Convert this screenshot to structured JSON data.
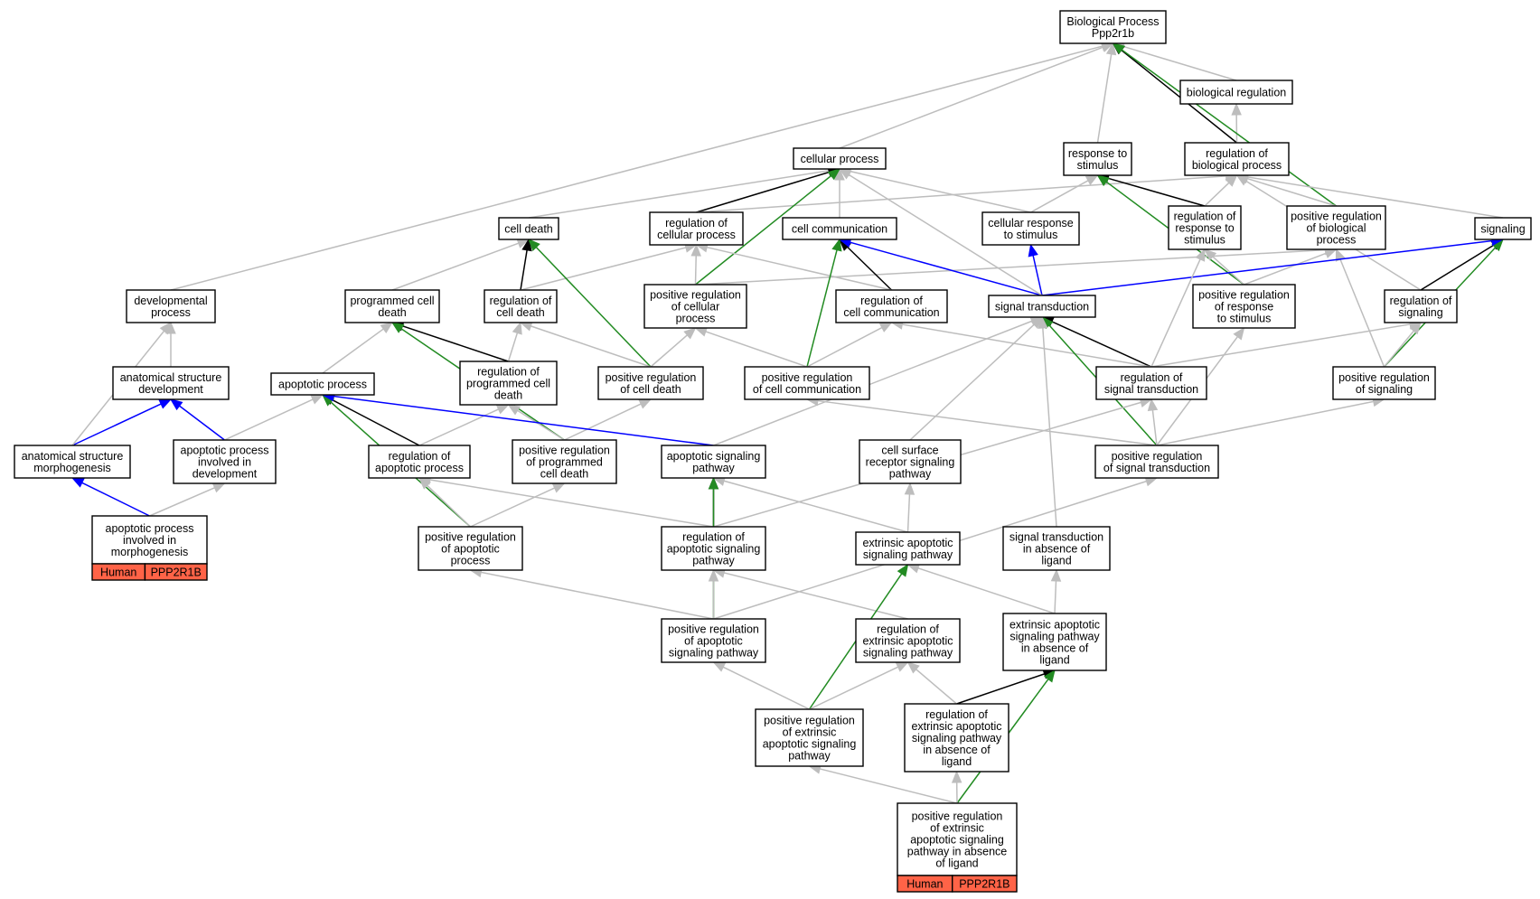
{
  "colors": {
    "is_a": "#bdbdbd",
    "part_of": "#000000",
    "regulates": "#0000ff",
    "positively_regulates": "#228b22",
    "annotation_fill": "#ff6347"
  },
  "nodes": [
    {
      "id": "bp",
      "lines": [
        "Biological Process",
        "Ppp2r1b"
      ]
    },
    {
      "id": "bioreg",
      "lines": [
        "biological regulation"
      ]
    },
    {
      "id": "cellproc",
      "lines": [
        "cellular process"
      ]
    },
    {
      "id": "resp",
      "lines": [
        "response to",
        "stimulus"
      ]
    },
    {
      "id": "regbp",
      "lines": [
        "regulation of",
        "biological process"
      ]
    },
    {
      "id": "celldeath",
      "lines": [
        "cell death"
      ]
    },
    {
      "id": "regcp",
      "lines": [
        "regulation of",
        "cellular process"
      ]
    },
    {
      "id": "cellcomm",
      "lines": [
        "cell communication"
      ]
    },
    {
      "id": "cellresp",
      "lines": [
        "cellular response",
        "to stimulus"
      ]
    },
    {
      "id": "regresp",
      "lines": [
        "regulation of",
        "response to",
        "stimulus"
      ]
    },
    {
      "id": "posregbp",
      "lines": [
        "positive regulation",
        "of biological",
        "process"
      ]
    },
    {
      "id": "signaling",
      "lines": [
        "signaling"
      ]
    },
    {
      "id": "dev",
      "lines": [
        "developmental",
        "process"
      ]
    },
    {
      "id": "pcd",
      "lines": [
        "programmed cell",
        "death"
      ]
    },
    {
      "id": "regcd",
      "lines": [
        "regulation of",
        "cell death"
      ]
    },
    {
      "id": "posregcp",
      "lines": [
        "positive regulation",
        "of cellular",
        "process"
      ]
    },
    {
      "id": "regcc",
      "lines": [
        "regulation of",
        "cell communication"
      ]
    },
    {
      "id": "st",
      "lines": [
        "signal transduction"
      ]
    },
    {
      "id": "posregresp",
      "lines": [
        "positive regulation",
        "of response",
        "to stimulus"
      ]
    },
    {
      "id": "regsig",
      "lines": [
        "regulation of",
        "signaling"
      ]
    },
    {
      "id": "asd",
      "lines": [
        "anatomical structure",
        "development"
      ]
    },
    {
      "id": "apop",
      "lines": [
        "apoptotic process"
      ]
    },
    {
      "id": "regpcd",
      "lines": [
        "regulation of",
        "programmed cell",
        "death"
      ]
    },
    {
      "id": "posregcd",
      "lines": [
        "positive regulation",
        "of cell death"
      ]
    },
    {
      "id": "posregcc",
      "lines": [
        "positive regulation",
        "of cell communication"
      ]
    },
    {
      "id": "regst",
      "lines": [
        "regulation of",
        "signal transduction"
      ]
    },
    {
      "id": "posregsig",
      "lines": [
        "positive regulation",
        "of signaling"
      ]
    },
    {
      "id": "asm",
      "lines": [
        "anatomical structure",
        "morphogenesis"
      ]
    },
    {
      "id": "apopdev",
      "lines": [
        "apoptotic process",
        "involved in",
        "development"
      ]
    },
    {
      "id": "regap",
      "lines": [
        "regulation of",
        "apoptotic process"
      ]
    },
    {
      "id": "posregpcd",
      "lines": [
        "positive regulation",
        "of programmed",
        "cell death"
      ]
    },
    {
      "id": "asp",
      "lines": [
        "apoptotic signaling",
        "pathway"
      ]
    },
    {
      "id": "csrsp",
      "lines": [
        "cell surface",
        "receptor signaling",
        "pathway"
      ]
    },
    {
      "id": "posregst",
      "lines": [
        "positive regulation",
        "of signal transduction"
      ]
    },
    {
      "id": "apopmorph",
      "lines": [
        "apoptotic process",
        "involved in",
        "morphogenesis"
      ],
      "annotation": [
        "Human",
        "PPP2R1B"
      ]
    },
    {
      "id": "posregap",
      "lines": [
        "positive regulation",
        "of apoptotic",
        "process"
      ]
    },
    {
      "id": "regasp",
      "lines": [
        "regulation of",
        "apoptotic signaling",
        "pathway"
      ]
    },
    {
      "id": "easp",
      "lines": [
        "extrinsic apoptotic",
        "signaling pathway"
      ]
    },
    {
      "id": "stal",
      "lines": [
        "signal transduction",
        "in absence of",
        "ligand"
      ]
    },
    {
      "id": "posregasp",
      "lines": [
        "positive regulation",
        "of apoptotic",
        "signaling pathway"
      ]
    },
    {
      "id": "regeasp",
      "lines": [
        "regulation of",
        "extrinsic apoptotic",
        "signaling pathway"
      ]
    },
    {
      "id": "easpal",
      "lines": [
        "extrinsic apoptotic",
        "signaling pathway",
        "in absence of",
        "ligand"
      ]
    },
    {
      "id": "posregeasp",
      "lines": [
        "positive regulation",
        "of extrinsic",
        "apoptotic signaling",
        "pathway"
      ]
    },
    {
      "id": "regeaspal",
      "lines": [
        "regulation of",
        "extrinsic apoptotic",
        "signaling pathway",
        "in absence of",
        "ligand"
      ]
    },
    {
      "id": "posregeaspal",
      "lines": [
        "positive regulation",
        "of extrinsic",
        "apoptotic signaling",
        "pathway in absence",
        "of ligand"
      ],
      "annotation": [
        "Human",
        "PPP2R1B"
      ]
    }
  ],
  "edges": [
    {
      "from": "bioreg",
      "to": "bp",
      "type": "is_a"
    },
    {
      "from": "cellproc",
      "to": "bp",
      "type": "is_a"
    },
    {
      "from": "resp",
      "to": "bp",
      "type": "is_a"
    },
    {
      "from": "regbp",
      "to": "bp",
      "type": "part_of"
    },
    {
      "from": "regbp",
      "to": "bioreg",
      "type": "is_a"
    },
    {
      "from": "posregbp",
      "to": "bp",
      "type": "positively_regulates"
    },
    {
      "from": "posregbp",
      "to": "regbp",
      "type": "is_a"
    },
    {
      "from": "dev",
      "to": "bp",
      "type": "is_a"
    },
    {
      "from": "celldeath",
      "to": "cellproc",
      "type": "is_a"
    },
    {
      "from": "regcp",
      "to": "cellproc",
      "type": "part_of"
    },
    {
      "from": "regcp",
      "to": "regbp",
      "type": "is_a"
    },
    {
      "from": "cellcomm",
      "to": "cellproc",
      "type": "is_a"
    },
    {
      "from": "cellresp",
      "to": "cellproc",
      "type": "is_a"
    },
    {
      "from": "cellresp",
      "to": "resp",
      "type": "is_a"
    },
    {
      "from": "regresp",
      "to": "resp",
      "type": "part_of"
    },
    {
      "from": "regresp",
      "to": "regbp",
      "type": "is_a"
    },
    {
      "from": "posregresp",
      "to": "resp",
      "type": "positively_regulates"
    },
    {
      "from": "posregresp",
      "to": "regresp",
      "type": "is_a"
    },
    {
      "from": "posregresp",
      "to": "posregbp",
      "type": "is_a"
    },
    {
      "from": "signaling",
      "to": "regbp",
      "type": "is_a"
    },
    {
      "from": "regsig",
      "to": "signaling",
      "type": "part_of"
    },
    {
      "from": "regsig",
      "to": "regbp",
      "type": "is_a"
    },
    {
      "from": "posregsig",
      "to": "signaling",
      "type": "positively_regulates"
    },
    {
      "from": "posregsig",
      "to": "regsig",
      "type": "is_a"
    },
    {
      "from": "posregsig",
      "to": "posregbp",
      "type": "is_a"
    },
    {
      "from": "pcd",
      "to": "celldeath",
      "type": "is_a"
    },
    {
      "from": "regcd",
      "to": "celldeath",
      "type": "part_of"
    },
    {
      "from": "regcd",
      "to": "regcp",
      "type": "is_a"
    },
    {
      "from": "posregcd",
      "to": "celldeath",
      "type": "positively_regulates"
    },
    {
      "from": "posregcd",
      "to": "regcd",
      "type": "is_a"
    },
    {
      "from": "posregcd",
      "to": "posregcp",
      "type": "is_a"
    },
    {
      "from": "posregcp",
      "to": "cellproc",
      "type": "positively_regulates"
    },
    {
      "from": "posregcp",
      "to": "regcp",
      "type": "is_a"
    },
    {
      "from": "posregcp",
      "to": "posregbp",
      "type": "is_a"
    },
    {
      "from": "regcc",
      "to": "cellcomm",
      "type": "part_of"
    },
    {
      "from": "regcc",
      "to": "regcp",
      "type": "is_a"
    },
    {
      "from": "posregcc",
      "to": "cellcomm",
      "type": "positively_regulates"
    },
    {
      "from": "posregcc",
      "to": "regcc",
      "type": "is_a"
    },
    {
      "from": "posregcc",
      "to": "posregcp",
      "type": "is_a"
    },
    {
      "from": "st",
      "to": "cellcomm",
      "type": "regulates"
    },
    {
      "from": "st",
      "to": "cellresp",
      "type": "regulates"
    },
    {
      "from": "st",
      "to": "signaling",
      "type": "regulates"
    },
    {
      "from": "st",
      "to": "cellproc",
      "type": "is_a"
    },
    {
      "from": "regst",
      "to": "st",
      "type": "part_of"
    },
    {
      "from": "regst",
      "to": "regresp",
      "type": "is_a"
    },
    {
      "from": "regst",
      "to": "regsig",
      "type": "is_a"
    },
    {
      "from": "regst",
      "to": "regcc",
      "type": "is_a"
    },
    {
      "from": "posregst",
      "to": "st",
      "type": "positively_regulates"
    },
    {
      "from": "posregst",
      "to": "regst",
      "type": "is_a"
    },
    {
      "from": "posregst",
      "to": "posregsig",
      "type": "is_a"
    },
    {
      "from": "posregst",
      "to": "posregcc",
      "type": "is_a"
    },
    {
      "from": "posregst",
      "to": "posregresp",
      "type": "is_a"
    },
    {
      "from": "asd",
      "to": "dev",
      "type": "is_a"
    },
    {
      "from": "asm",
      "to": "asd",
      "type": "regulates"
    },
    {
      "from": "asm",
      "to": "dev",
      "type": "is_a"
    },
    {
      "from": "apopdev",
      "to": "asd",
      "type": "regulates"
    },
    {
      "from": "apopdev",
      "to": "apop",
      "type": "is_a"
    },
    {
      "from": "apopmorph",
      "to": "asm",
      "type": "regulates"
    },
    {
      "from": "apopmorph",
      "to": "apopdev",
      "type": "is_a"
    },
    {
      "from": "apop",
      "to": "pcd",
      "type": "is_a"
    },
    {
      "from": "regpcd",
      "to": "pcd",
      "type": "part_of"
    },
    {
      "from": "regpcd",
      "to": "regcd",
      "type": "is_a"
    },
    {
      "from": "posregpcd",
      "to": "pcd",
      "type": "positively_regulates"
    },
    {
      "from": "posregpcd",
      "to": "regpcd",
      "type": "is_a"
    },
    {
      "from": "posregpcd",
      "to": "posregcd",
      "type": "is_a"
    },
    {
      "from": "regap",
      "to": "apop",
      "type": "part_of"
    },
    {
      "from": "regap",
      "to": "regpcd",
      "type": "is_a"
    },
    {
      "from": "posregap",
      "to": "apop",
      "type": "positively_regulates"
    },
    {
      "from": "posregap",
      "to": "regap",
      "type": "is_a"
    },
    {
      "from": "posregap",
      "to": "posregpcd",
      "type": "is_a"
    },
    {
      "from": "asp",
      "to": "apop",
      "type": "regulates"
    },
    {
      "from": "asp",
      "to": "st",
      "type": "is_a"
    },
    {
      "from": "csrsp",
      "to": "st",
      "type": "is_a"
    },
    {
      "from": "stal",
      "to": "st",
      "type": "is_a"
    },
    {
      "from": "regasp",
      "to": "asp",
      "type": "part_of"
    },
    {
      "from": "regasp",
      "to": "regap",
      "type": "is_a"
    },
    {
      "from": "regasp",
      "to": "regst",
      "type": "is_a"
    },
    {
      "from": "easp",
      "to": "asp",
      "type": "is_a"
    },
    {
      "from": "easp",
      "to": "csrsp",
      "type": "is_a"
    },
    {
      "from": "posregasp",
      "to": "asp",
      "type": "positively_regulates"
    },
    {
      "from": "posregasp",
      "to": "regasp",
      "type": "is_a"
    },
    {
      "from": "posregasp",
      "to": "posregap",
      "type": "is_a"
    },
    {
      "from": "posregasp",
      "to": "posregst",
      "type": "is_a"
    },
    {
      "from": "regeasp",
      "to": "regasp",
      "type": "is_a"
    },
    {
      "from": "easpal",
      "to": "easp",
      "type": "is_a"
    },
    {
      "from": "easpal",
      "to": "stal",
      "type": "is_a"
    },
    {
      "from": "posregeasp",
      "to": "easp",
      "type": "positively_regulates"
    },
    {
      "from": "posregeasp",
      "to": "posregasp",
      "type": "is_a"
    },
    {
      "from": "posregeasp",
      "to": "regeasp",
      "type": "is_a"
    },
    {
      "from": "regeaspal",
      "to": "easpal",
      "type": "part_of"
    },
    {
      "from": "regeaspal",
      "to": "regeasp",
      "type": "is_a"
    },
    {
      "from": "posregeaspal",
      "to": "easpal",
      "type": "positively_regulates"
    },
    {
      "from": "posregeaspal",
      "to": "regeaspal",
      "type": "is_a"
    },
    {
      "from": "posregeaspal",
      "to": "posregeasp",
      "type": "is_a"
    }
  ]
}
